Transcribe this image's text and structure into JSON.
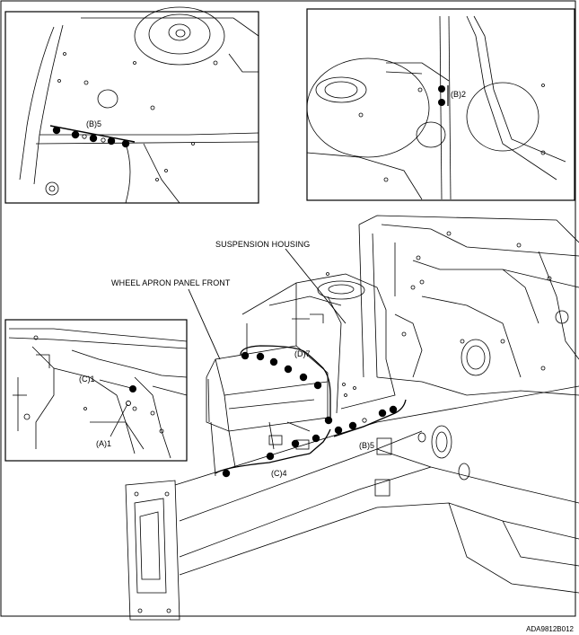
{
  "figure": {
    "code": "ADA9812B012",
    "labels": {
      "suspension_housing": "SUSPENSION HOUSING",
      "wheel_apron_panel_front": "WHEEL APRON PANEL FRONT",
      "main_d": "(D)7",
      "main_c": "(C)4",
      "main_b": "(B)5",
      "inset_tl_b": "(B)5",
      "inset_tr_b": "(B)2",
      "inset_ml_c": "(C)1",
      "inset_ml_a": "(A)1"
    }
  }
}
